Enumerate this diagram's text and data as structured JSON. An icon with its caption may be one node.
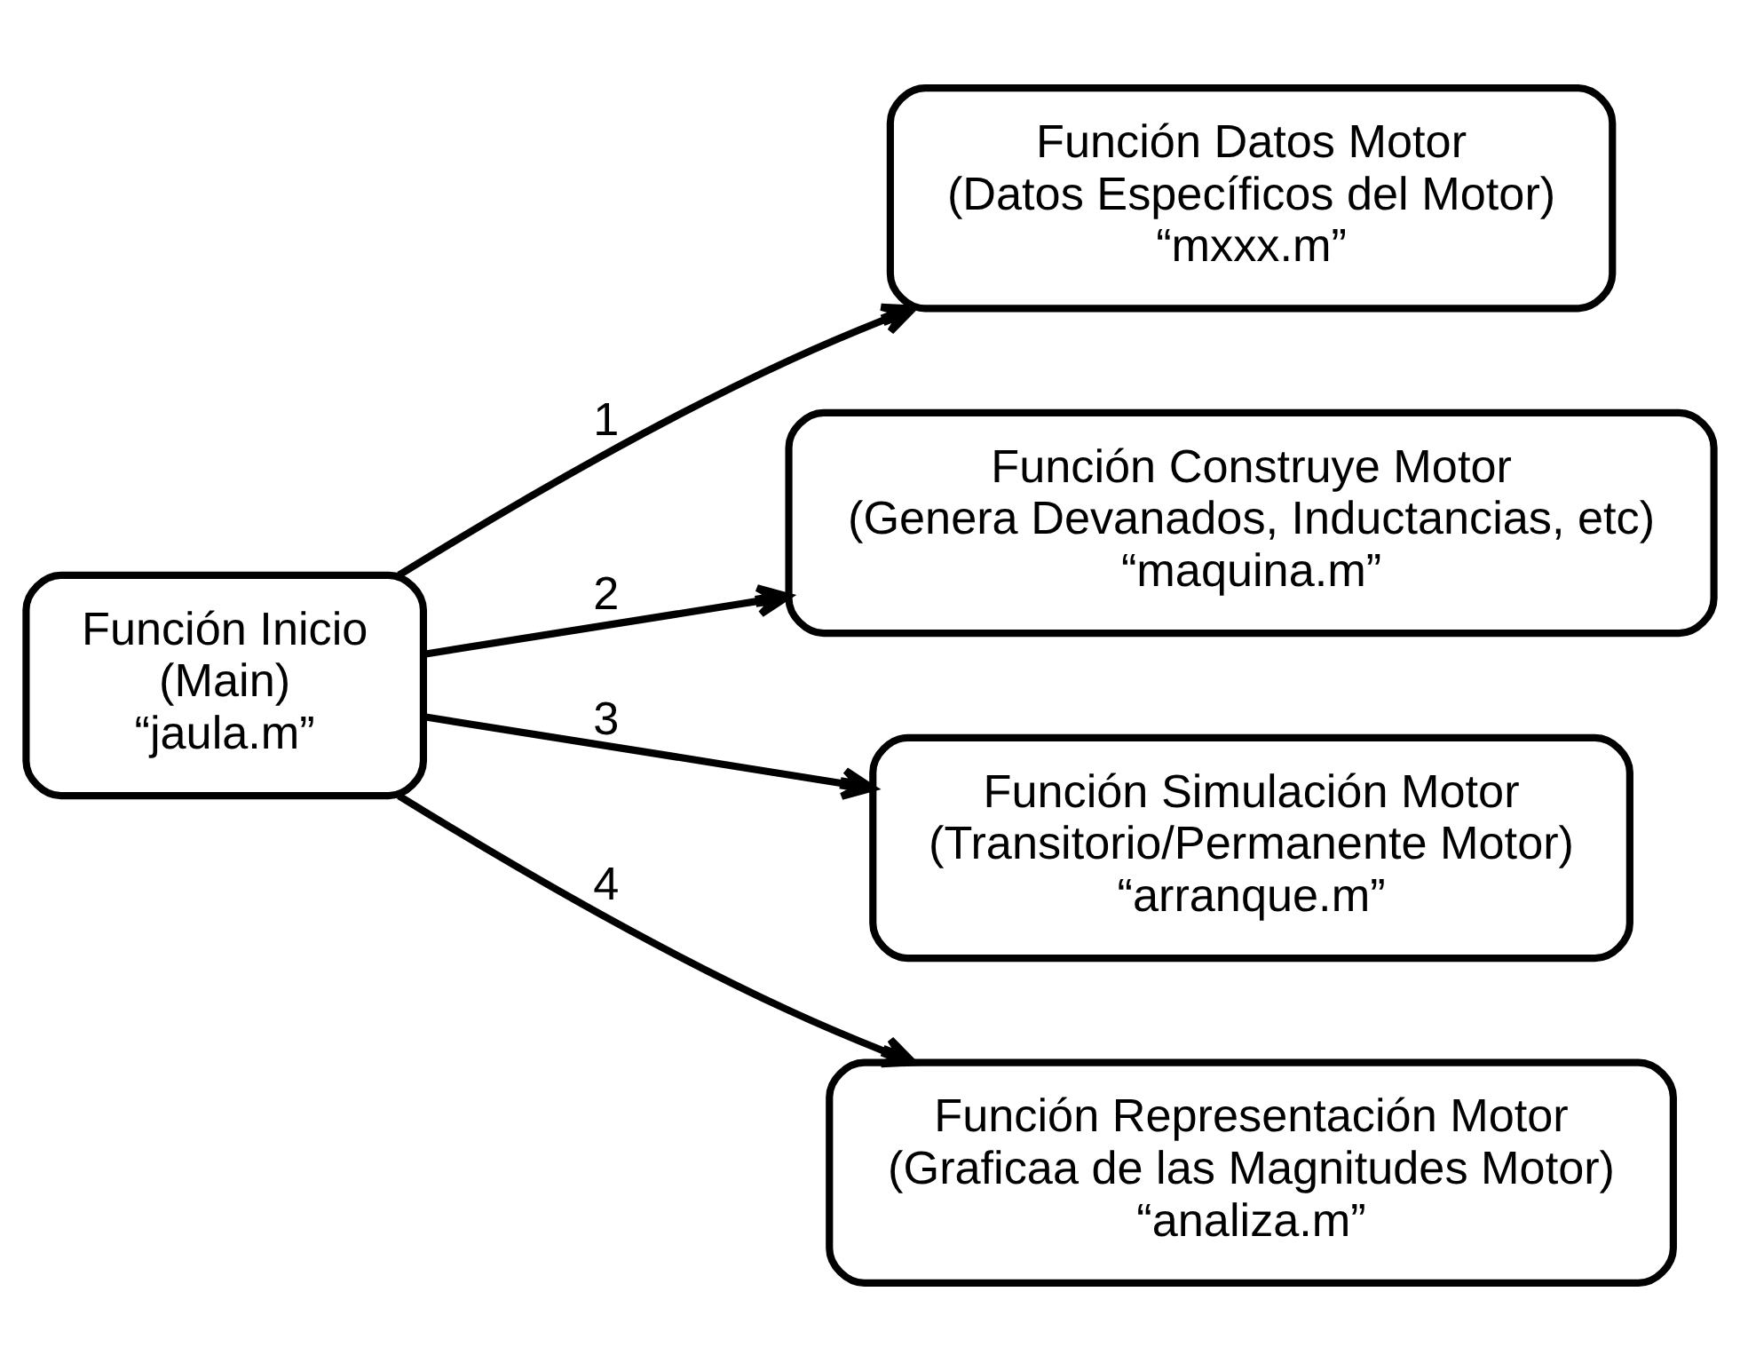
{
  "diagram": {
    "nodes": [
      {
        "text": [
          "Función Inicio",
          "(Main)",
          "“jaula.m”"
        ]
      },
      {
        "text": [
          "Función Datos Motor",
          "(Datos Específicos del Motor)",
          "“mxxx.m”"
        ]
      },
      {
        "text": [
          "Función Construye Motor",
          "(Genera Devanados, Inductancias, etc)",
          "“maquina.m”"
        ]
      },
      {
        "text": [
          "Función Simulación Motor",
          "(Transitorio/Permanente Motor)",
          "“arranque.m”"
        ]
      },
      {
        "text": [
          "Función Representación Motor",
          "(Graficaa de las Magnitudes Motor)",
          "“analiza.m”"
        ]
      }
    ],
    "edges": [
      {
        "from": 0,
        "to": 1,
        "arrow": "to",
        "label": "1"
      },
      {
        "from": 0,
        "to": 2,
        "arrow": "to",
        "label": "2"
      },
      {
        "from": 0,
        "to": 3,
        "arrow": "to",
        "label": "3"
      },
      {
        "from": 0,
        "to": 4,
        "arrow": "to",
        "label": "4"
      }
    ]
  }
}
